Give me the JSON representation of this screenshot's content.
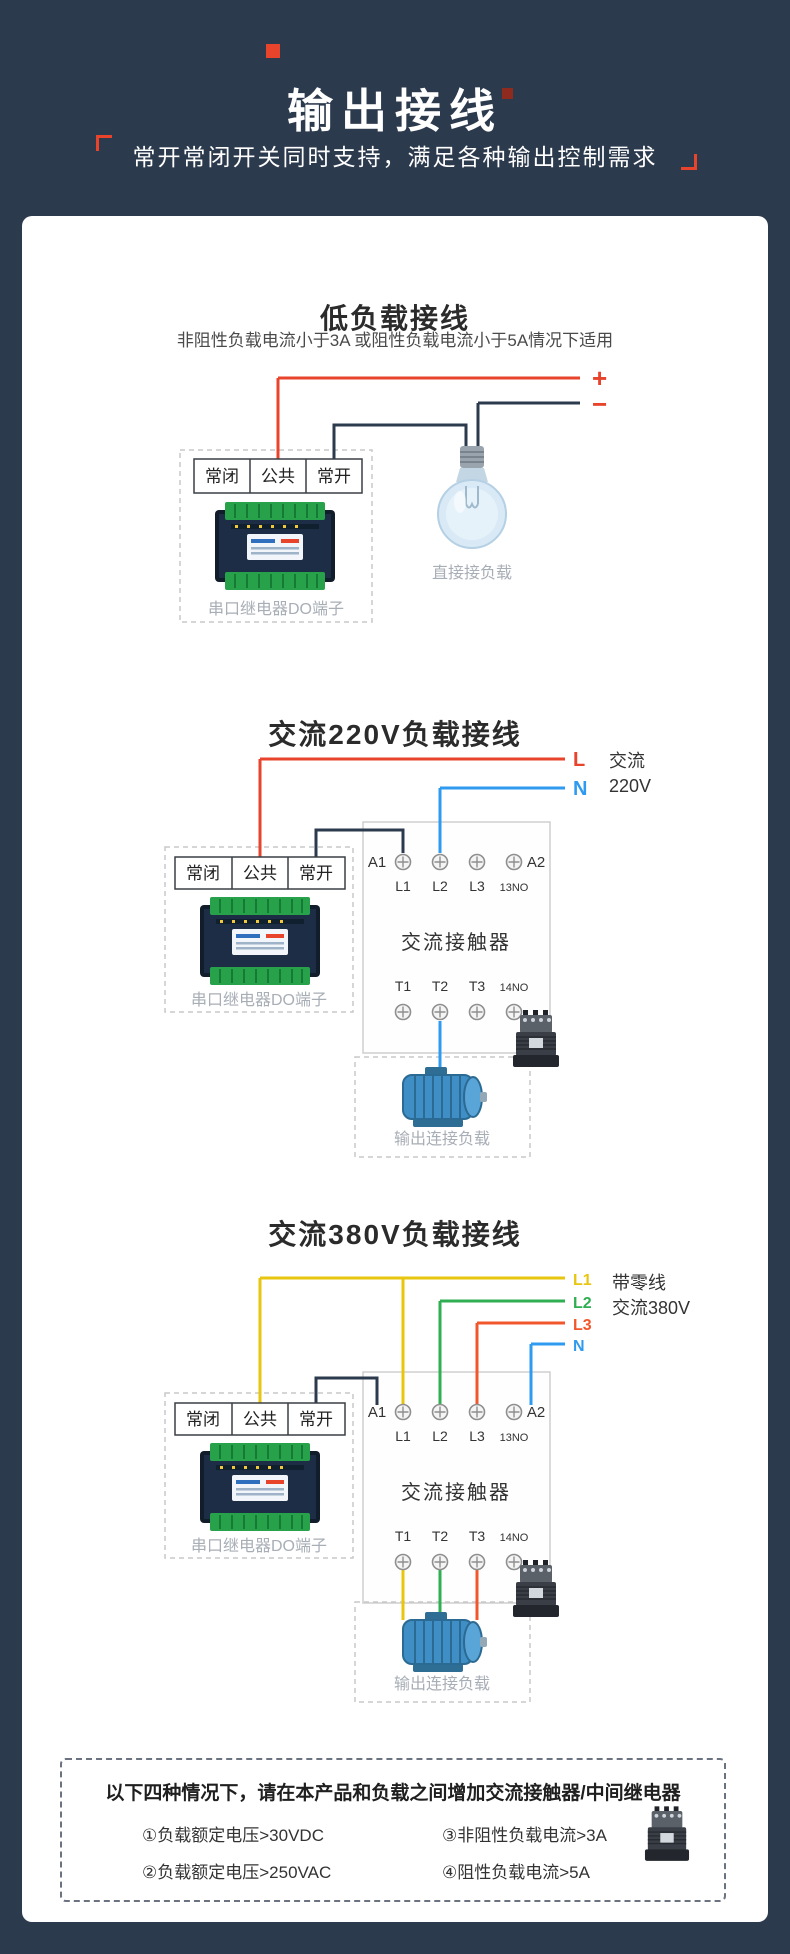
{
  "header": {
    "title": "输出接线",
    "subtitle": "常开常闭开关同时支持，满足各种输出控制需求"
  },
  "colors": {
    "background_navy": "#2c3a4e",
    "accent_red": "#e8432b",
    "line_blue": "#2e9bf0",
    "line_yellow": "#e8c50f",
    "line_green": "#2fae52",
    "line_orange": "#f2572c",
    "gray_label": "#a8aeb6"
  },
  "shared": {
    "terminal_labels": [
      "常闭",
      "公共",
      "常开"
    ],
    "relay_label": "串口继电器DO端子",
    "motor_label": "输出连接负载",
    "contactor": {
      "a1": "A1",
      "a2": "A2",
      "top_labels": [
        "L1",
        "L2",
        "L3",
        "13NO"
      ],
      "name": "交流接触器",
      "bottom_labels": [
        "T1",
        "T2",
        "T3",
        "14NO"
      ]
    }
  },
  "low_load": {
    "title": "低负载接线",
    "subtitle": "非阻性负载电流小于3A 或阻性负载电流小于5A情况下适用",
    "plus": "+",
    "minus": "−",
    "bulb_label": "直接接负载"
  },
  "ac220": {
    "title": "交流220V负载接线",
    "l": "L",
    "n": "N",
    "supply1": "交流",
    "supply2": "220V"
  },
  "ac380": {
    "title": "交流380V负载接线",
    "l1": "L1",
    "l2": "L2",
    "l3": "L3",
    "n": "N",
    "supply1": "带零线",
    "supply2": "交流380V"
  },
  "note": {
    "title": "以下四种情况下，请在本产品和负载之间增加交流接触器/中间继电器",
    "items": [
      "①负载额定电压>30VDC",
      "②负载额定电压>250VAC",
      "③非阻性负载电流>3A",
      "④阻性负载电流>5A"
    ]
  }
}
